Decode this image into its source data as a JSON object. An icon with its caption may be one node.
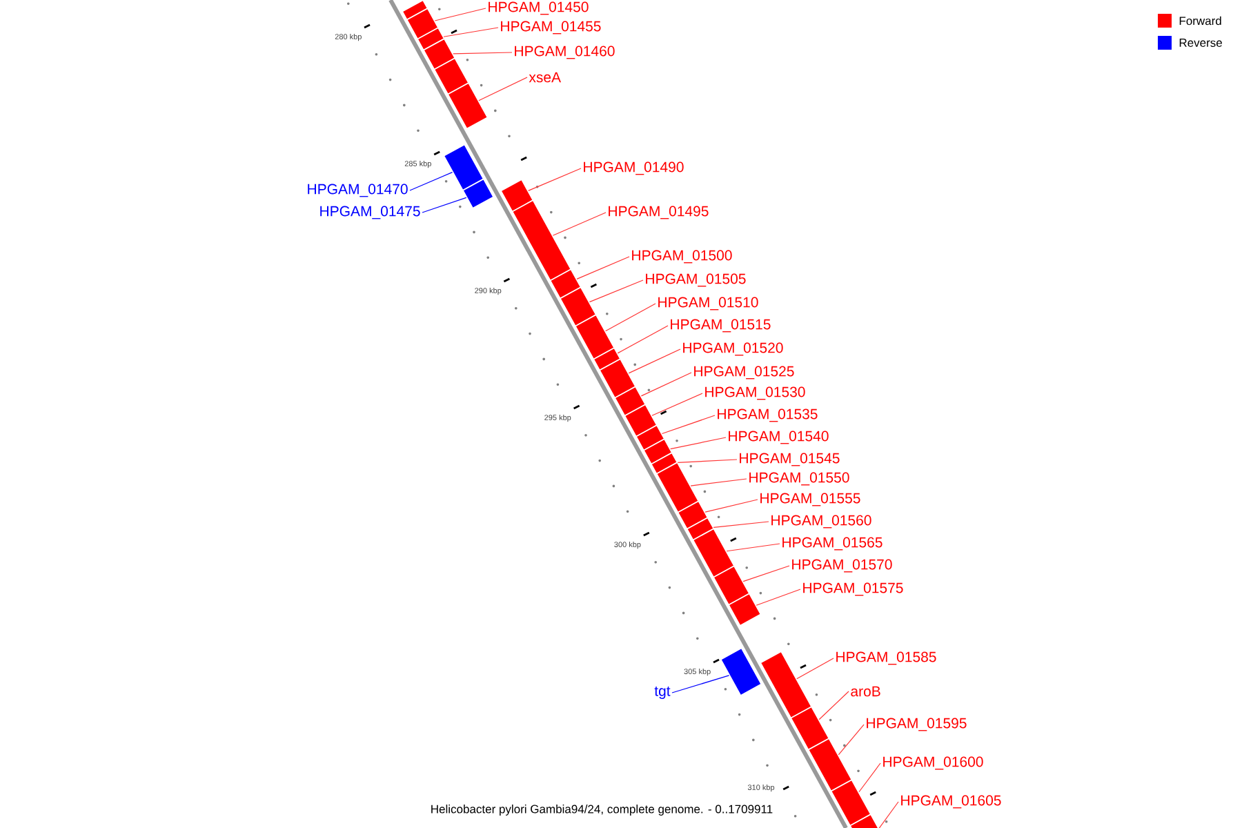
{
  "diagram": {
    "caption": "Helicobacter pylori Gambia94/24, complete genome. - 0..1709911",
    "nodes": [
      {
        "text": [],
        "shape": "box"
      },
      {
        "text": [
          "HPGAM_01450"
        ]
      },
      {
        "text": [],
        "shape": "box"
      },
      {
        "text": [
          "HPGAM_01455"
        ]
      },
      {
        "text": [],
        "shape": "box"
      },
      {
        "text": [
          "HPGAM_01460"
        ]
      },
      {
        "text": [],
        "shape": "box"
      },
      {
        "text": [],
        "shape": "box"
      },
      {
        "text": [
          "xseA"
        ]
      },
      {
        "text": [],
        "shape": "box"
      },
      {
        "text": [
          "HPGAM_01470"
        ]
      },
      {
        "text": [],
        "shape": "box"
      },
      {
        "text": [
          "HPGAM_01475"
        ]
      },
      {
        "text": [],
        "shape": "box"
      },
      {
        "text": [
          "HPGAM_01490"
        ]
      },
      {
        "text": [],
        "shape": "box"
      },
      {
        "text": [
          "HPGAM_01495"
        ]
      },
      {
        "text": [],
        "shape": "box"
      },
      {
        "text": [
          "HPGAM_01500"
        ]
      },
      {
        "text": [],
        "shape": "box"
      },
      {
        "text": [
          "HPGAM_01505"
        ]
      },
      {
        "text": [],
        "shape": "box"
      },
      {
        "text": [
          "HPGAM_01510"
        ]
      },
      {
        "text": [],
        "shape": "box"
      },
      {
        "text": [
          "HPGAM_01515"
        ]
      },
      {
        "text": [],
        "shape": "box"
      },
      {
        "text": [
          "HPGAM_01520"
        ]
      },
      {
        "text": [],
        "shape": "box"
      },
      {
        "text": [
          "HPGAM_01525"
        ]
      },
      {
        "text": [],
        "shape": "box"
      },
      {
        "text": [
          "HPGAM_01530"
        ]
      },
      {
        "text": [],
        "shape": "box"
      },
      {
        "text": [
          "HPGAM_01535"
        ]
      },
      {
        "text": [],
        "shape": "box"
      },
      {
        "text": [
          "HPGAM_01540"
        ]
      },
      {
        "text": [],
        "shape": "box"
      },
      {
        "text": [
          "HPGAM_01545"
        ]
      },
      {
        "text": [],
        "shape": "box"
      },
      {
        "text": [
          "HPGAM_01550"
        ]
      },
      {
        "text": [],
        "shape": "box"
      },
      {
        "text": [
          "HPGAM_01555"
        ]
      },
      {
        "text": [],
        "shape": "box"
      },
      {
        "text": [
          "HPGAM_01560"
        ]
      },
      {
        "text": [],
        "shape": "box"
      },
      {
        "text": [
          "HPGAM_01565"
        ]
      },
      {
        "text": [],
        "shape": "box"
      },
      {
        "text": [
          "HPGAM_01570"
        ]
      },
      {
        "text": [],
        "shape": "box"
      },
      {
        "text": [
          "HPGAM_01575"
        ]
      },
      {
        "text": [],
        "shape": "box"
      },
      {
        "text": [
          "tgt"
        ]
      },
      {
        "text": [],
        "shape": "box"
      },
      {
        "text": [
          "HPGAM_01585"
        ]
      },
      {
        "text": [],
        "shape": "box"
      },
      {
        "text": [
          "aroB"
        ]
      },
      {
        "text": [],
        "shape": "box"
      },
      {
        "text": [
          "HPGAM_01595"
        ]
      },
      {
        "text": [],
        "shape": "box"
      },
      {
        "text": [
          "HPGAM_01600"
        ]
      },
      {
        "text": [],
        "shape": "box"
      },
      {
        "text": [
          "HPGAM_01605"
        ]
      },
      {
        "text": [],
        "shape": "box"
      }
    ],
    "edges": [
      {
        "from": 1,
        "to": 2,
        "arrow": "none"
      },
      {
        "from": 3,
        "to": 4,
        "arrow": "none"
      },
      {
        "from": 5,
        "to": 6,
        "arrow": "none"
      },
      {
        "from": 8,
        "to": 9,
        "arrow": "none"
      },
      {
        "from": 10,
        "to": 11,
        "arrow": "none",
        "color": "#0000ff"
      },
      {
        "from": 12,
        "to": 13,
        "arrow": "none",
        "color": "#0000ff"
      },
      {
        "from": 14,
        "to": 15,
        "arrow": "none"
      },
      {
        "from": 16,
        "to": 17,
        "arrow": "none"
      },
      {
        "from": 18,
        "to": 19,
        "arrow": "none"
      },
      {
        "from": 20,
        "to": 21,
        "arrow": "none"
      },
      {
        "from": 22,
        "to": 23,
        "arrow": "none"
      },
      {
        "from": 24,
        "to": 25,
        "arrow": "none"
      },
      {
        "from": 26,
        "to": 27,
        "arrow": "none"
      },
      {
        "from": 28,
        "to": 29,
        "arrow": "none"
      },
      {
        "from": 30,
        "to": 31,
        "arrow": "none"
      },
      {
        "from": 32,
        "to": 33,
        "arrow": "none"
      },
      {
        "from": 34,
        "to": 35,
        "arrow": "none"
      },
      {
        "from": 36,
        "to": 37,
        "arrow": "none"
      },
      {
        "from": 38,
        "to": 39,
        "arrow": "none"
      },
      {
        "from": 40,
        "to": 41,
        "arrow": "none"
      },
      {
        "from": 42,
        "to": 43,
        "arrow": "none"
      },
      {
        "from": 44,
        "to": 45,
        "arrow": "none"
      },
      {
        "from": 46,
        "to": 47,
        "arrow": "none"
      },
      {
        "from": 48,
        "to": 49,
        "arrow": "none"
      },
      {
        "from": 50,
        "to": 51,
        "arrow": "none",
        "color": "#0000ff"
      },
      {
        "from": 52,
        "to": 53,
        "arrow": "none"
      },
      {
        "from": 54,
        "to": 55,
        "arrow": "none"
      },
      {
        "from": 56,
        "to": 57,
        "arrow": "none"
      },
      {
        "from": 58,
        "to": 59,
        "arrow": "none"
      },
      {
        "from": 60,
        "to": 61,
        "arrow": "none"
      }
    ],
    "labels": [
      "280 kbp",
      "285 kbp",
      "290 kbp",
      "295 kbp",
      "300 kbp",
      "305 kbp",
      "310 kbp"
    ],
    "legend": [
      {
        "text": "Forward",
        "color": "#ff0000"
      },
      {
        "text": "Reverse",
        "color": "#0000ff"
      }
    ]
  }
}
